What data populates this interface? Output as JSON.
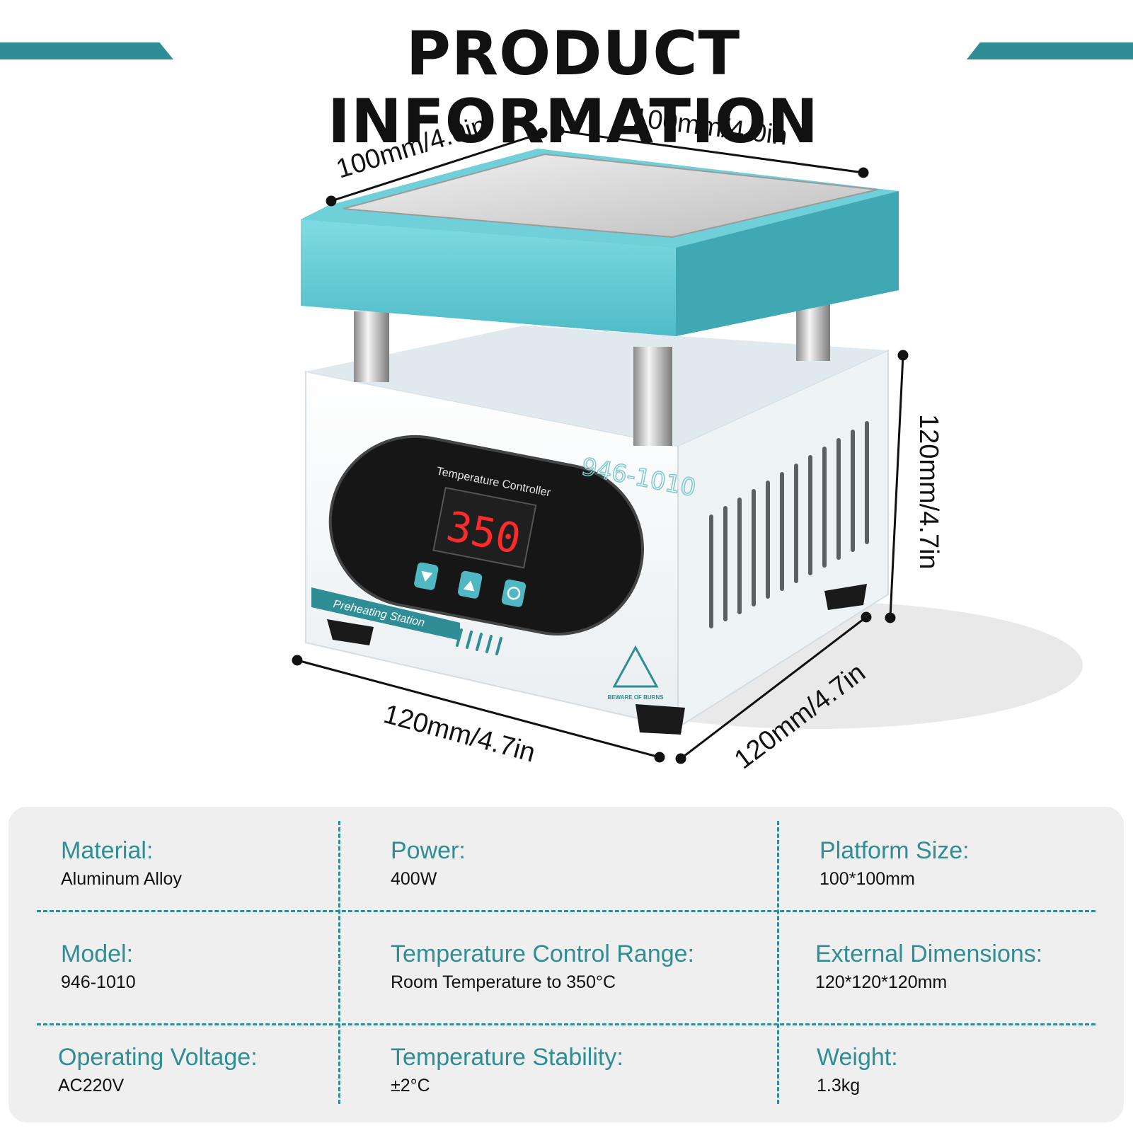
{
  "title": "PRODUCT INFORMATION",
  "dimensions": {
    "top_left": "100mm/4.0in",
    "top_right": "100mm/4.0in",
    "height": "120mm/4.7in",
    "bottom_left": "120mm/4.7in",
    "bottom_right": "120mm/4.7in"
  },
  "device": {
    "controller_label": "Temperature Controller",
    "display_value": "350",
    "model_mark": "946-1010",
    "station_label": "Preheating Station",
    "warning_label": "BEWARE OF BURNS"
  },
  "specs": [
    {
      "label": "Material:",
      "value": "Aluminum Alloy"
    },
    {
      "label": "Power:",
      "value": "400W"
    },
    {
      "label": "Platform Size:",
      "value": "100*100mm"
    },
    {
      "label": "Model:",
      "value": "946-1010"
    },
    {
      "label": "Temperature Control Range:",
      "value": "Room Temperature to 350°C"
    },
    {
      "label": "External Dimensions:",
      "value": "120*120*120mm"
    },
    {
      "label": "Operating Voltage:",
      "value": "AC220V"
    },
    {
      "label": "Temperature Stability:",
      "value": "±2°C"
    },
    {
      "label": "Weight:",
      "value": "1.3kg"
    }
  ],
  "colors": {
    "accent": "#2f8e95",
    "plate_teal": "#5fc9d3",
    "display_red": "#ff2b2b"
  }
}
